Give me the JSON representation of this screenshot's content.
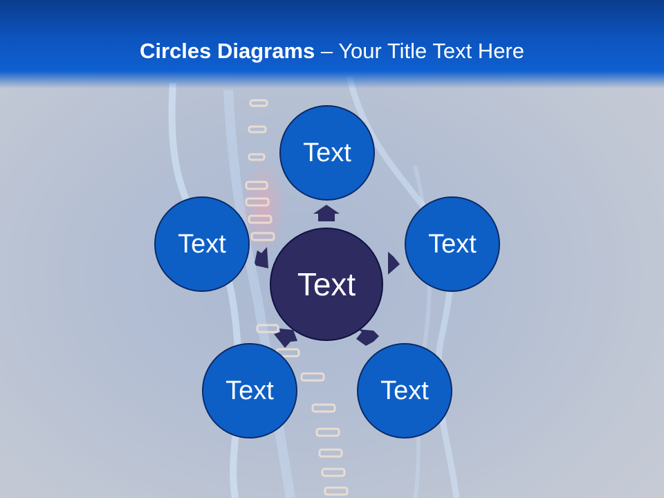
{
  "slide": {
    "title_bold": "Circles Diagrams",
    "title_dash": " – ",
    "title_rest": "Your Title Text Here"
  },
  "diagram": {
    "center_label": "Text",
    "outer_labels": [
      "Text",
      "Text",
      "Text",
      "Text",
      "Text"
    ]
  },
  "colors": {
    "title_bar": "#0e5fcf",
    "outer_circle": "#0d5fc6",
    "center_circle": "#2d2b60",
    "arrow": "#2d2b60"
  }
}
